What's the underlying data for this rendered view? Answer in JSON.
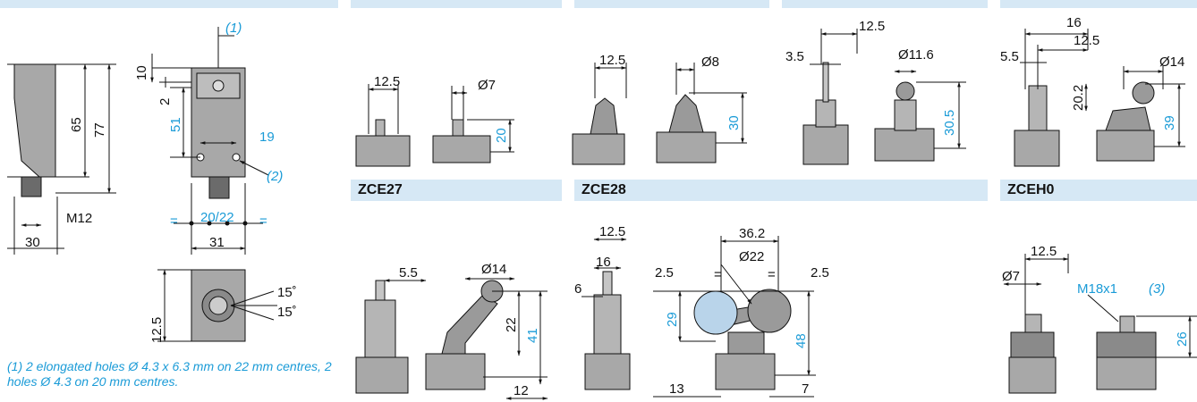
{
  "headers": {
    "zce27": "ZCE27",
    "zce28": "ZCE28",
    "zceh0": "ZCEH0"
  },
  "note": "(1)  2 elongated holes Ø 4.3 x 6.3 mm on 22 mm centres, 2 holes Ø 4.3 on 20 mm centres.",
  "callouts": {
    "c1": "(1)",
    "c2": "(2)",
    "c3": "(3)"
  },
  "body_dims": {
    "d65": "65",
    "d77": "77",
    "m12": "M12",
    "d30": "30",
    "d10": "10",
    "d2": "2",
    "d51": "51",
    "d19": "19",
    "d20_22": "20/22",
    "d31": "31",
    "eq": "=",
    "d15a": "15˚",
    "d15b": "15˚",
    "d12_5": "12.5"
  },
  "top_heads": {
    "h1": {
      "w": "12.5",
      "dia": "Ø7",
      "h": "20"
    },
    "h2": {
      "w": "12.5",
      "dia": "Ø8",
      "h": "30"
    },
    "h3": {
      "w": "12.5",
      "off": "3.5",
      "dia": "Ø11.6",
      "h": "30.5"
    },
    "h4": {
      "w1": "16",
      "w2": "12.5",
      "off": "5.5",
      "dia": "Ø14",
      "h1": "20.2",
      "h2": "39"
    }
  },
  "bottom_heads": {
    "zce27": {
      "w": "5.5",
      "dia": "Ø14",
      "h1": "22",
      "h2": "41",
      "off": "12"
    },
    "zce28": {
      "w1": "12.5",
      "w2": "16",
      "off": "6",
      "span": "36.2",
      "dia": "Ø22",
      "l": "2.5",
      "r": "2.5",
      "h1": "29",
      "h2": "48",
      "b1": "13",
      "b2": "7"
    },
    "zceh0": {
      "w": "12.5",
      "dia": "Ø7",
      "thread": "M18x1",
      "h": "26"
    }
  },
  "colors": {
    "accent": "#1a9bd7",
    "band": "#d6e8f5",
    "line": "#111111",
    "part": "#9a9a9a"
  }
}
